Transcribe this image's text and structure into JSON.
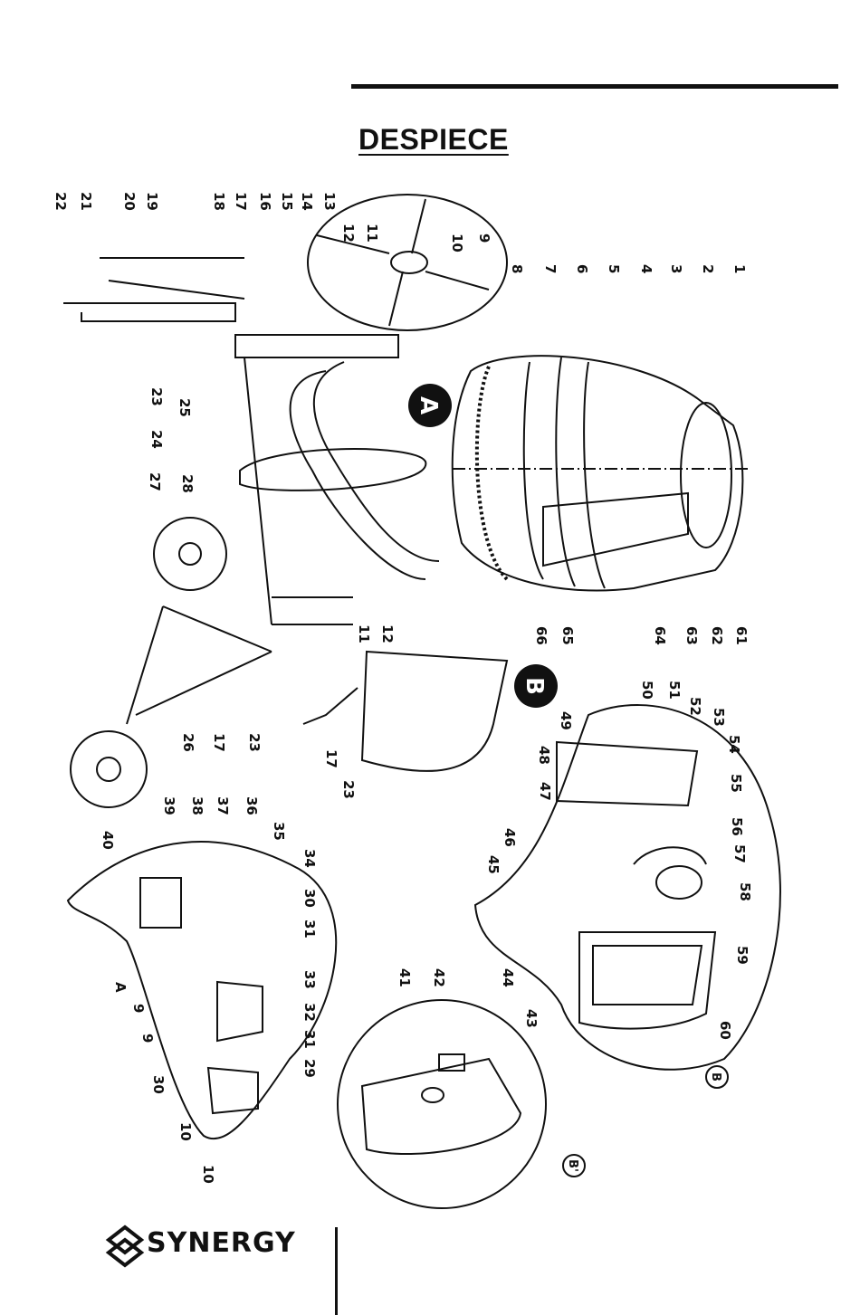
{
  "header": {
    "title": "DESPIECE"
  },
  "brand": {
    "name": "SYNERGY"
  },
  "callouts": {
    "top_right": [
      "1",
      "2",
      "3",
      "4",
      "5",
      "6",
      "7",
      "8",
      "9",
      "10",
      "11",
      "12",
      "13",
      "14",
      "15",
      "16",
      "17",
      "18",
      "19",
      "20",
      "21",
      "22"
    ],
    "left_frame": [
      "23",
      "24",
      "25",
      "27",
      "28"
    ],
    "bottom_frame": [
      "11",
      "12",
      "17",
      "23",
      "26",
      "17",
      "23",
      "65",
      "66",
      "61",
      "62",
      "63",
      "64"
    ],
    "detail_a": [
      "40",
      "39",
      "38",
      "37",
      "36",
      "35",
      "34",
      "30",
      "31",
      "33",
      "32",
      "31",
      "29",
      "30",
      "9",
      "10",
      "10",
      "9"
    ],
    "detail_b": [
      "49",
      "50",
      "51",
      "52",
      "53",
      "54",
      "55",
      "56",
      "57",
      "58",
      "59",
      "60",
      "48",
      "47",
      "46",
      "45",
      "44",
      "43"
    ],
    "detail_b2": [
      "41",
      "42"
    ]
  },
  "badges": {
    "a": "A",
    "b": "B",
    "b_small": "B",
    "b_prime": "B'",
    "a_label": "A"
  }
}
